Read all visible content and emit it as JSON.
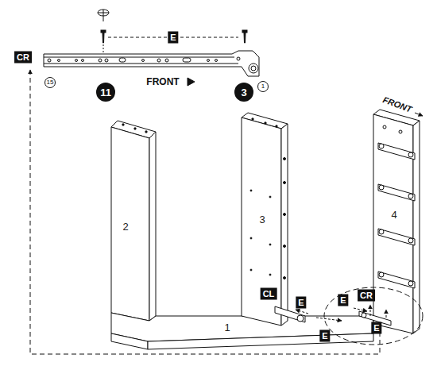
{
  "diagram": {
    "labels": [
      "CR",
      "E",
      "15",
      "11",
      "FRONT",
      "3",
      "1",
      "FRONT",
      "2",
      "3",
      "4",
      "CL",
      "E",
      "E",
      "CR",
      "E",
      "E",
      "1"
    ]
  }
}
